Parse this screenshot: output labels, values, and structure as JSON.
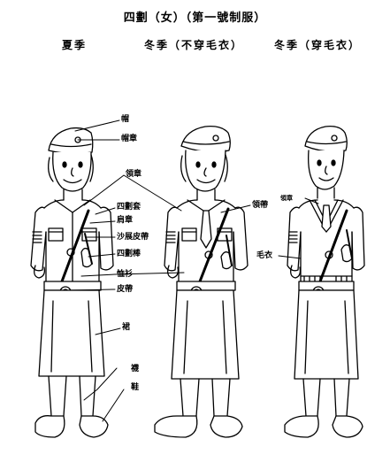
{
  "title": "四劃（女）（第一號制服）",
  "columns": {
    "summer": "夏季",
    "winter_no_sweater": "冬季（不穿毛衣）",
    "winter_sweater": "冬季（穿毛衣）"
  },
  "callouts": {
    "cap": "帽",
    "cap_badge": "帽章",
    "collar_badge": "領章",
    "rank_sleeve": "四劃套",
    "shoulder_strap": "肩章",
    "sam_browne_belt": "沙展皮帶",
    "rank_stick": "四劃棒",
    "shirt": "恤衫",
    "belt": "皮帶",
    "skirt": "裙",
    "socks": "襪",
    "shoes": "鞋",
    "necktie": "領帶",
    "collar_badge_3": "領章",
    "sweater": "毛衣"
  }
}
